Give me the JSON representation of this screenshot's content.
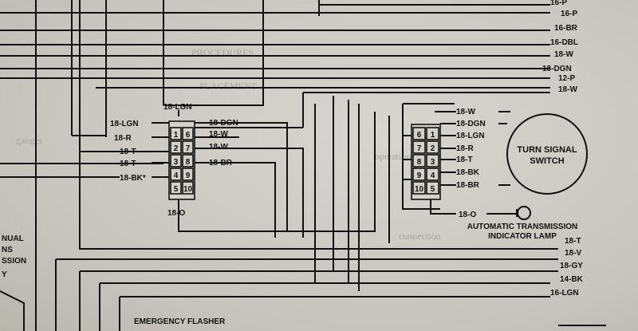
{
  "left_connector": {
    "header": "18-LGN",
    "bottom": "18-O",
    "pins_left": [
      "1",
      "2",
      "3",
      "4",
      "5"
    ],
    "pins_right": [
      "6",
      "7",
      "8",
      "9",
      "10"
    ],
    "left_labels": [
      "18-LGN",
      "18-R",
      "18-T",
      "18-T",
      "18-BK*"
    ],
    "right_labels": [
      "18-DGN",
      "18-W",
      "18-W",
      "18-BR"
    ]
  },
  "right_connector": {
    "pins_left": [
      "6",
      "7",
      "8",
      "9",
      "10"
    ],
    "pins_right": [
      "1",
      "2",
      "3",
      "4",
      "5"
    ],
    "labels": [
      "18-W",
      "18-DGN",
      "18-LGN",
      "18-R",
      "18-T",
      "18-BK",
      "18-BR"
    ],
    "bottom": "18-O"
  },
  "switch": {
    "line1": "TURN SIGNAL",
    "line2": "SWITCH"
  },
  "lamp": {
    "line1": "AUTOMATIC TRANSMISSION",
    "line2": "INDICATOR LAMP"
  },
  "right_edge_top": [
    "16-P",
    "16-BR",
    "16-DBL",
    "18-W",
    "18-DGN",
    "12-P",
    "18-W"
  ],
  "right_edge_bottom": [
    "18-T",
    "18-V",
    "18-GY",
    "14-BK",
    "16-LGN"
  ],
  "left_edge": [
    "NUAL",
    "NS",
    "SSION",
    "Y"
  ],
  "emergency": "EMERGENCY FLASHER"
}
